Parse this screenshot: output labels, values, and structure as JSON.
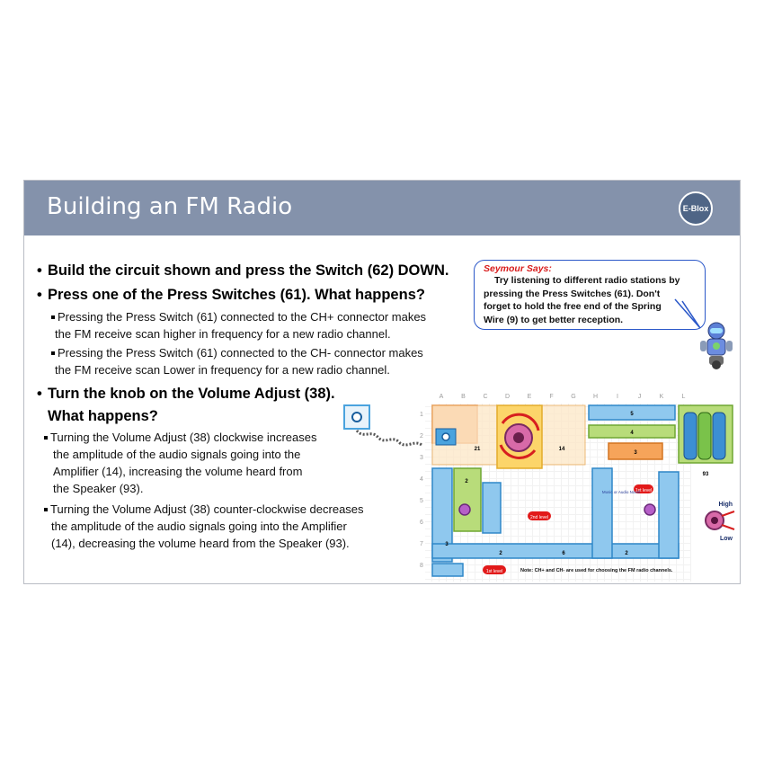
{
  "slide": {
    "title": "Building an FM Radio",
    "logo_text": "E-Blox",
    "bullets": [
      "Build the circuit shown and press the Switch (62) DOWN.",
      "Press one of the Press Switches (61). What happens?"
    ],
    "sub_bullets_a": [
      [
        "Pressing the Press Switch (61) connected to the CH+ connector makes",
        "the FM receive scan higher in frequency for a new radio channel."
      ],
      [
        "Pressing the Press Switch (61) connected to the CH- connector makes",
        "the FM receive scan Lower in frequency for a new radio channel."
      ]
    ],
    "bullet3_lines": [
      "Turn the knob on the Volume Adjust (38).",
      "What happens?"
    ],
    "sub_bullets_b": [
      [
        "Turning the Volume Adjust (38) clockwise increases",
        "the amplitude of the audio signals going into the",
        "Amplifier (14), increasing the volume heard from",
        "the Speaker (93)."
      ],
      [
        "Turning the Volume Adjust (38) counter-clockwise decreases",
        "the amplitude of the audio signals going into the Amplifier",
        "(14), decreasing the volume heard from the Speaker (93)."
      ]
    ]
  },
  "seymour": {
    "title": "Seymour Says:",
    "lines": [
      "Try listening to different radio stations by",
      "pressing the Press Switches (61).  Don't",
      "forget to hold the free end of the Spring",
      "Wire (9) to get better reception."
    ]
  },
  "circuit": {
    "col_labels": [
      "A",
      "B",
      "C",
      "D",
      "E",
      "F",
      "G",
      "H",
      "I",
      "J",
      "K",
      "L"
    ],
    "row_labels": [
      "1",
      "2",
      "3",
      "4",
      "5",
      "6",
      "7",
      "8"
    ],
    "part_labels": [
      "21",
      "14",
      "5",
      "4",
      "3",
      "2",
      "6",
      "3",
      "2",
      "2",
      "93"
    ],
    "level_labels": [
      "2nd level",
      "1st level",
      "1st level"
    ],
    "music_label": "Music or Audio Novel",
    "high_label": "High",
    "low_label": "Low",
    "note": "Note: CH+ and CH- are used for choosing the FM radio channels."
  },
  "colors": {
    "header": "#8492ab",
    "bubble_border": "#2b58c9",
    "seymour_title": "#d81b1b",
    "block_blue": "#8fc8ee",
    "block_orange": "#f6b484",
    "block_yellow": "#fcd56a",
    "block_green": "#b8dc7a"
  }
}
